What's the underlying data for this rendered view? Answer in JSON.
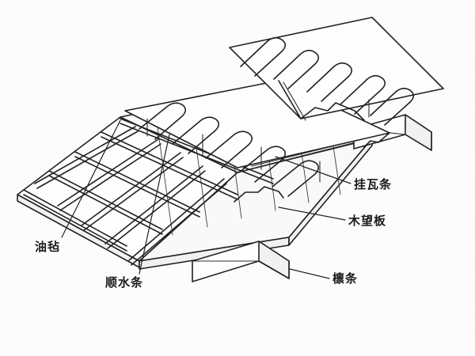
{
  "figure": {
    "type": "axonometric-construction-detail",
    "subject": "Pitched roof tile assembly layers",
    "line_color": "#1f1f1f",
    "fill_color": "#ffffff",
    "background_color": "#fdfdfd"
  },
  "labels": {
    "asphalt_felt": "油毡",
    "counter_batten": "顺水条",
    "tile_batten": "挂瓦条",
    "sheathing_board": "木望板",
    "purlin": "檩条"
  },
  "components": [
    {
      "id": "roof-tiles",
      "label": "",
      "description": "corrugated clay roof tiles with U-shaped ribs"
    },
    {
      "id": "tile-batten",
      "label": "挂瓦条",
      "description": "horizontal tile battens"
    },
    {
      "id": "counter-batten",
      "label": "顺水条",
      "description": "counter battens running up the slope"
    },
    {
      "id": "asphalt-felt",
      "label": "油毡",
      "description": "asphalt felt underlayment sheet"
    },
    {
      "id": "sheathing-board",
      "label": "木望板",
      "description": "wooden sheathing board deck"
    },
    {
      "id": "purlin",
      "label": "檩条",
      "description": "timber purlins supporting the deck"
    }
  ]
}
